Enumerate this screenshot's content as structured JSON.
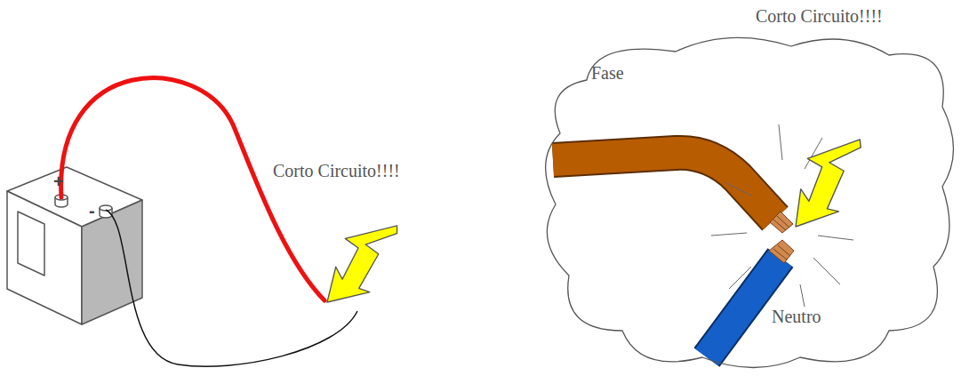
{
  "diagram": {
    "nodes": [
      {
        "text": [
          "Corto Circuito!!!!",
          "Fase",
          "Neutro"
        ]
      }
    ],
    "labels": [
      "+",
      "-",
      "Corto Circuito!!!!"
    ]
  }
}
